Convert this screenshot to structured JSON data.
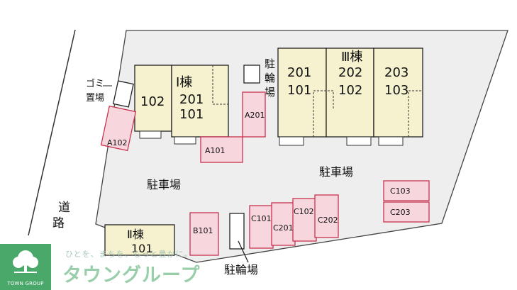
{
  "road": "道路",
  "garbage": [
    "ゴミ",
    "置場"
  ],
  "building1": {
    "title": "Ⅰ棟",
    "units": [
      "102",
      "201",
      "101"
    ]
  },
  "building2": {
    "title": "Ⅱ棟",
    "units": [
      "101"
    ]
  },
  "building3": {
    "title": "Ⅲ棟",
    "units": [
      "201",
      "101",
      "202",
      "102",
      "203",
      "103"
    ]
  },
  "parking_label": "駐車場",
  "bike_parking_vertical": [
    "駐",
    "輪",
    "場"
  ],
  "bike_parking": "駐輪場",
  "spaces": {
    "A102": "A102",
    "A101": "A101",
    "A201": "A201",
    "B101": "B101",
    "C101": "C101",
    "C201": "C201",
    "C102": "C102",
    "C202": "C202",
    "C103": "C103",
    "C203": "C203"
  },
  "company": {
    "tagline": "ひとを、まちを、もっと豊かに。",
    "brand": "タウングループ",
    "logo_text": "TOWN GROUP"
  }
}
